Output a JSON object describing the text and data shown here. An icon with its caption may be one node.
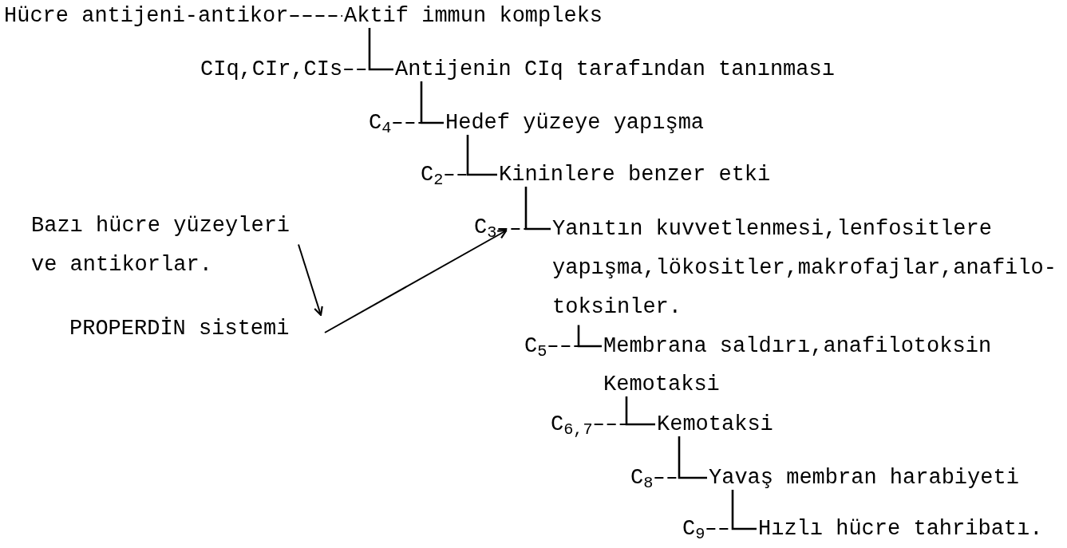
{
  "diagram": {
    "nodes": [
      {
        "text": [
          "Hücre antijeni-antikor"
        ]
      },
      {
        "text": [
          "Aktif immun kompleks"
        ]
      },
      {
        "text": [
          "CIq,CIr,CIs"
        ]
      },
      {
        "text": [
          "Antijenin CIq tarafından tanınması"
        ]
      },
      {
        "text": [
          "C$_{4}$"
        ]
      },
      {
        "text": [
          "Hedef yüzeye yapışma"
        ]
      },
      {
        "text": [
          "C$_{2}$"
        ]
      },
      {
        "text": [
          "Kininlere benzer etki"
        ]
      },
      {
        "text": [
          "Bazı hücre yüzeyleri ve antikorlar."
        ]
      },
      {
        "text": [
          "C$_{3}$"
        ]
      },
      {
        "text": [
          "Yanıtın kuvvetlenmesi,lenfositlere yapışma,lökositler,makrofajlar,anafilo-toksinler."
        ]
      },
      {
        "text": [
          "PROPERDİN sistemi"
        ]
      },
      {
        "text": [
          "C$_{5}$"
        ]
      },
      {
        "text": [
          "Membrana saldırı,anafilotoksin"
        ]
      },
      {
        "text": [
          "Kemotaksi"
        ]
      },
      {
        "text": [
          "C$_{6,7}$"
        ]
      },
      {
        "text": [
          "Kemotaksi"
        ]
      },
      {
        "text": [
          "C$_{8}$"
        ]
      },
      {
        "text": [
          "Yavaş membran harabiyeti"
        ]
      },
      {
        "text": [
          "C$_{9}$"
        ]
      },
      {
        "text": [
          "Hızlı hücre tahribatı."
        ]
      }
    ],
    "edges": [
      {
        "from": 0,
        "to": 1,
        "arrow": "none",
        "style": "dashed"
      },
      {
        "from": 1,
        "to": 3,
        "arrow": "none"
      },
      {
        "from": 2,
        "to": 3,
        "arrow": "none",
        "style": "dashed"
      },
      {
        "from": 3,
        "to": 5,
        "arrow": "none"
      },
      {
        "from": 4,
        "to": 5,
        "arrow": "none",
        "style": "dashed"
      },
      {
        "from": 5,
        "to": 7,
        "arrow": "none"
      },
      {
        "from": 6,
        "to": 7,
        "arrow": "none",
        "style": "dashed"
      },
      {
        "from": 7,
        "to": 10,
        "arrow": "none"
      },
      {
        "from": 9,
        "to": 10,
        "arrow": "none",
        "style": "dashed"
      },
      {
        "from": 8,
        "to": 11,
        "arrow": "to"
      },
      {
        "from": 11,
        "to": 9,
        "arrow": "to"
      },
      {
        "from": 10,
        "to": 13,
        "arrow": "none"
      },
      {
        "from": 12,
        "to": 13,
        "arrow": "none",
        "style": "dashed"
      },
      {
        "from": 14,
        "to": 16,
        "arrow": "none"
      },
      {
        "from": 15,
        "to": 16,
        "arrow": "none",
        "style": "dashed"
      },
      {
        "from": 16,
        "to": 18,
        "arrow": "none"
      },
      {
        "from": 17,
        "to": 18,
        "arrow": "none",
        "style": "dashed"
      },
      {
        "from": 18,
        "to": 20,
        "arrow": "none"
      },
      {
        "from": 19,
        "to": 20,
        "arrow": "none",
        "style": "dashed"
      }
    ]
  }
}
